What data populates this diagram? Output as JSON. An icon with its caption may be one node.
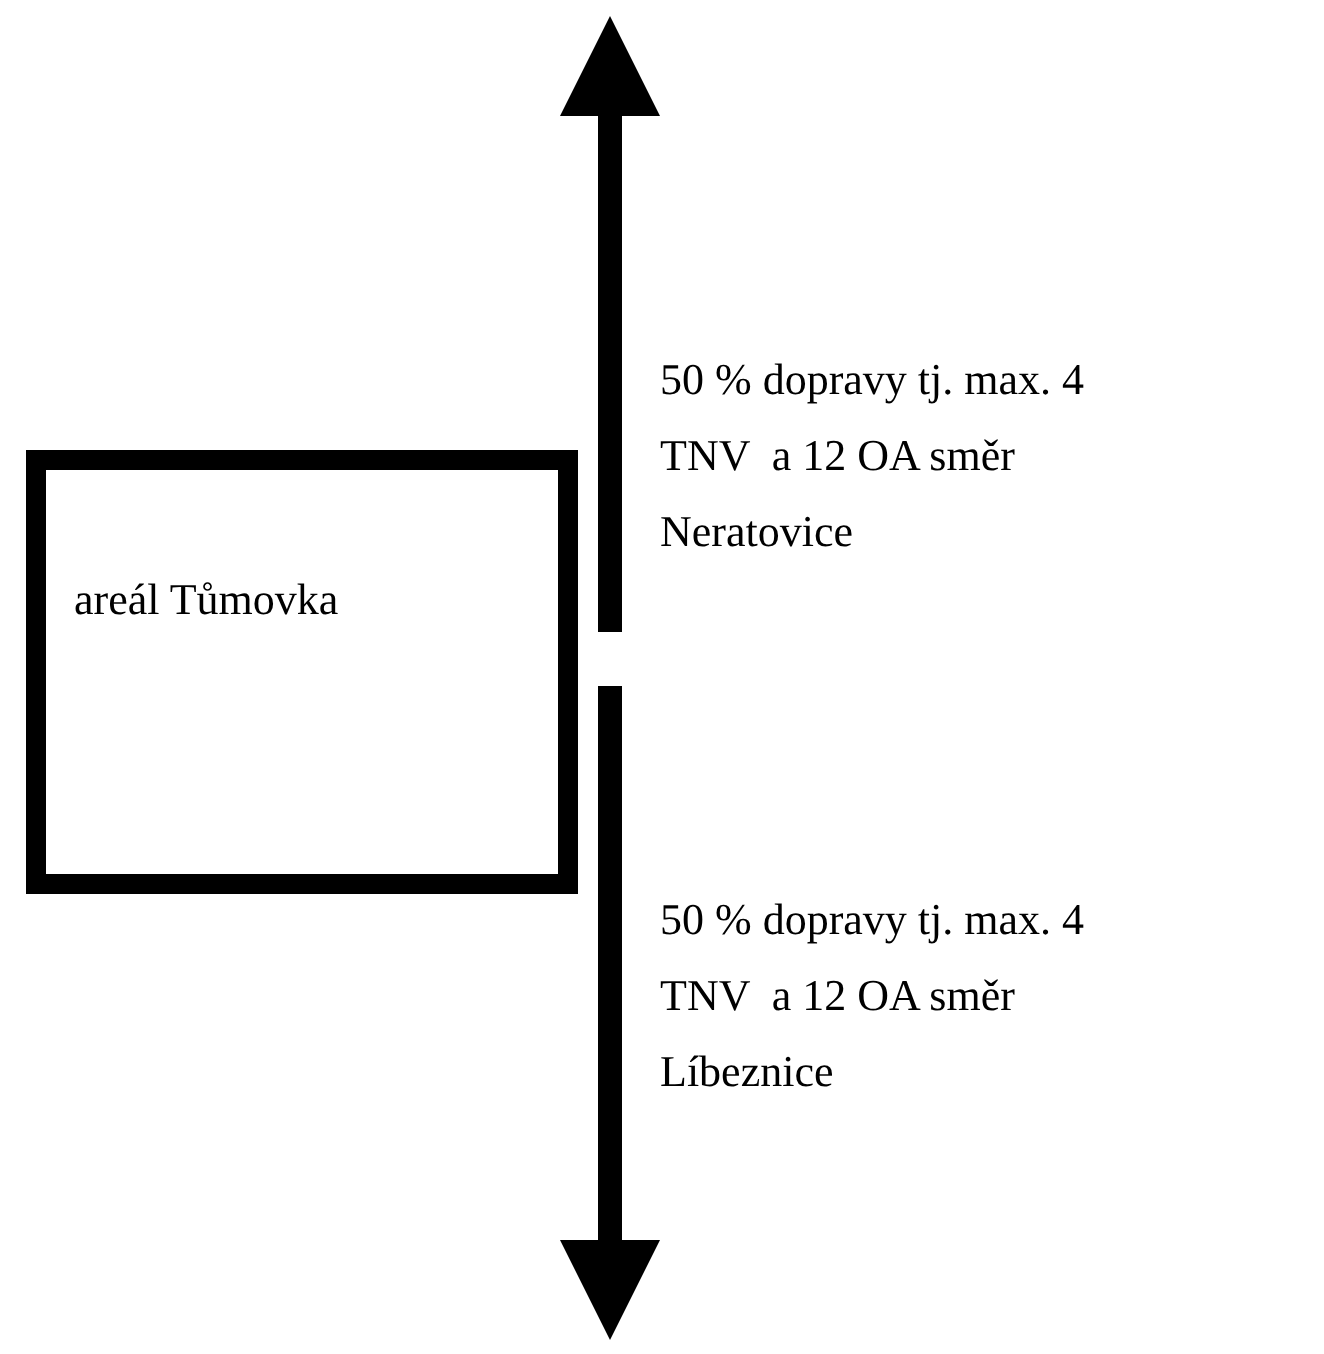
{
  "diagram": {
    "nodes": [
      {
        "text": [
          "areál Tůmovka"
        ]
      }
    ],
    "labels": [
      "50 % dopravy tj. max. 4 TNV  a 12 OA směr Neratovice",
      "50 % dopravy tj. max. 4 TNV  a 12 OA směr Líbeznice"
    ]
  }
}
